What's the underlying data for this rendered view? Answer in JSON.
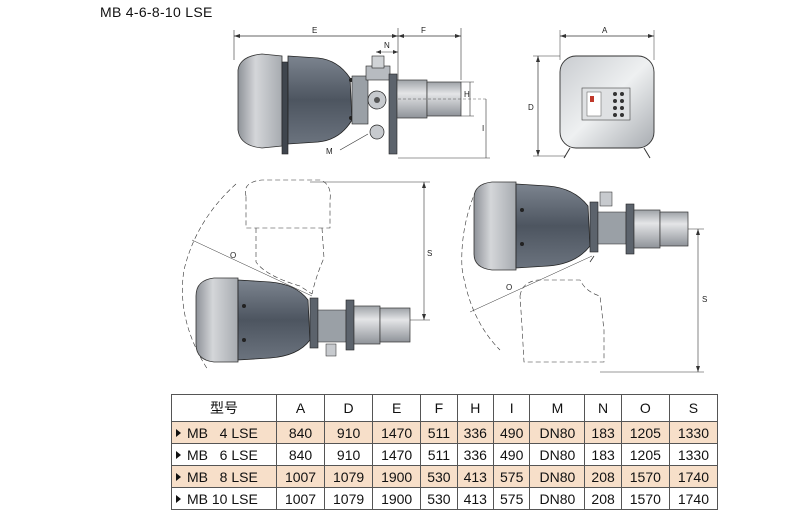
{
  "title": "MB 4-6-8-10 LSE",
  "dims": {
    "E": "E",
    "F": "F",
    "N": "N",
    "H": "H",
    "I": "I",
    "M": "M",
    "A": "A",
    "D": "D",
    "O": "O",
    "S": "S"
  },
  "table": {
    "headers": [
      "型号",
      "A",
      "D",
      "E",
      "F",
      "H",
      "I",
      "M",
      "N",
      "O",
      "S"
    ],
    "rows": [
      {
        "model": "MB   4 LSE",
        "cells": [
          "840",
          "910",
          "1470",
          "511",
          "336",
          "490",
          "DN80",
          "183",
          "1205",
          "1330"
        ]
      },
      {
        "model": "MB   6 LSE",
        "cells": [
          "840",
          "910",
          "1470",
          "511",
          "336",
          "490",
          "DN80",
          "183",
          "1205",
          "1330"
        ]
      },
      {
        "model": "MB   8 LSE",
        "cells": [
          "1007",
          "1079",
          "1900",
          "530",
          "413",
          "575",
          "DN80",
          "208",
          "1570",
          "1740"
        ]
      },
      {
        "model": "MB 10 LSE",
        "cells": [
          "1007",
          "1079",
          "1900",
          "530",
          "413",
          "575",
          "DN80",
          "208",
          "1570",
          "1740"
        ]
      }
    ]
  },
  "colors": {
    "body": "#5e6671",
    "housing": "#b9bcc0",
    "tube": "#c8cacd",
    "row_highlight": "#f7dfc9"
  }
}
